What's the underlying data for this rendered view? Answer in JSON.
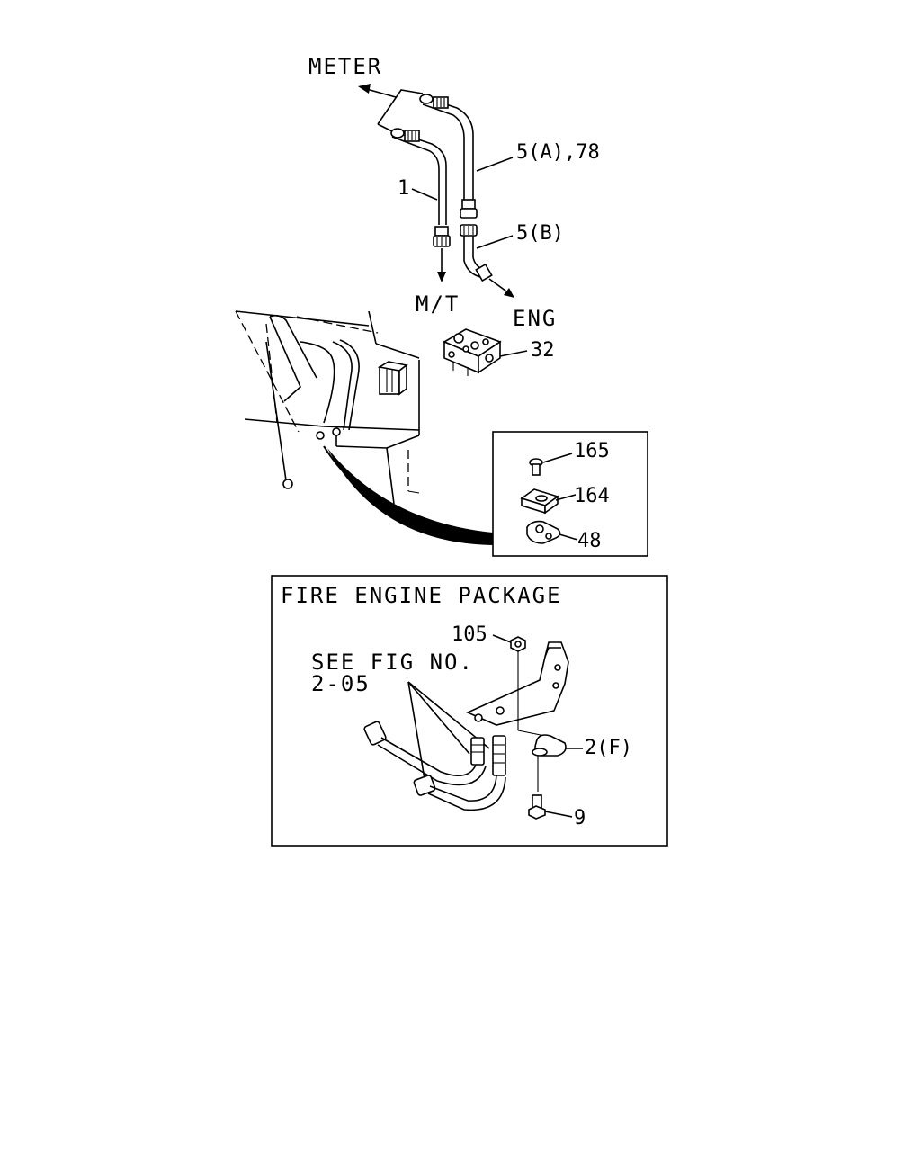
{
  "labels": {
    "meter": "METER",
    "mt": "M/T",
    "eng": "ENG",
    "p1": "1",
    "p5a": "5(A),78",
    "p5b": "5(B)",
    "p32": "32",
    "p165": "165",
    "p164": "164",
    "p48": "48",
    "p105": "105",
    "p2f": "2(F)",
    "p9": "9"
  },
  "fire_package": {
    "title": "FIRE ENGINE PACKAGE",
    "see_fig_line1": "SEE FIG NO.",
    "see_fig_line2": "2-05"
  },
  "icons": [
    "hose-icon",
    "arrow-icon",
    "fitting-icon",
    "bracket-icon",
    "bolt-icon",
    "clip-icon"
  ]
}
